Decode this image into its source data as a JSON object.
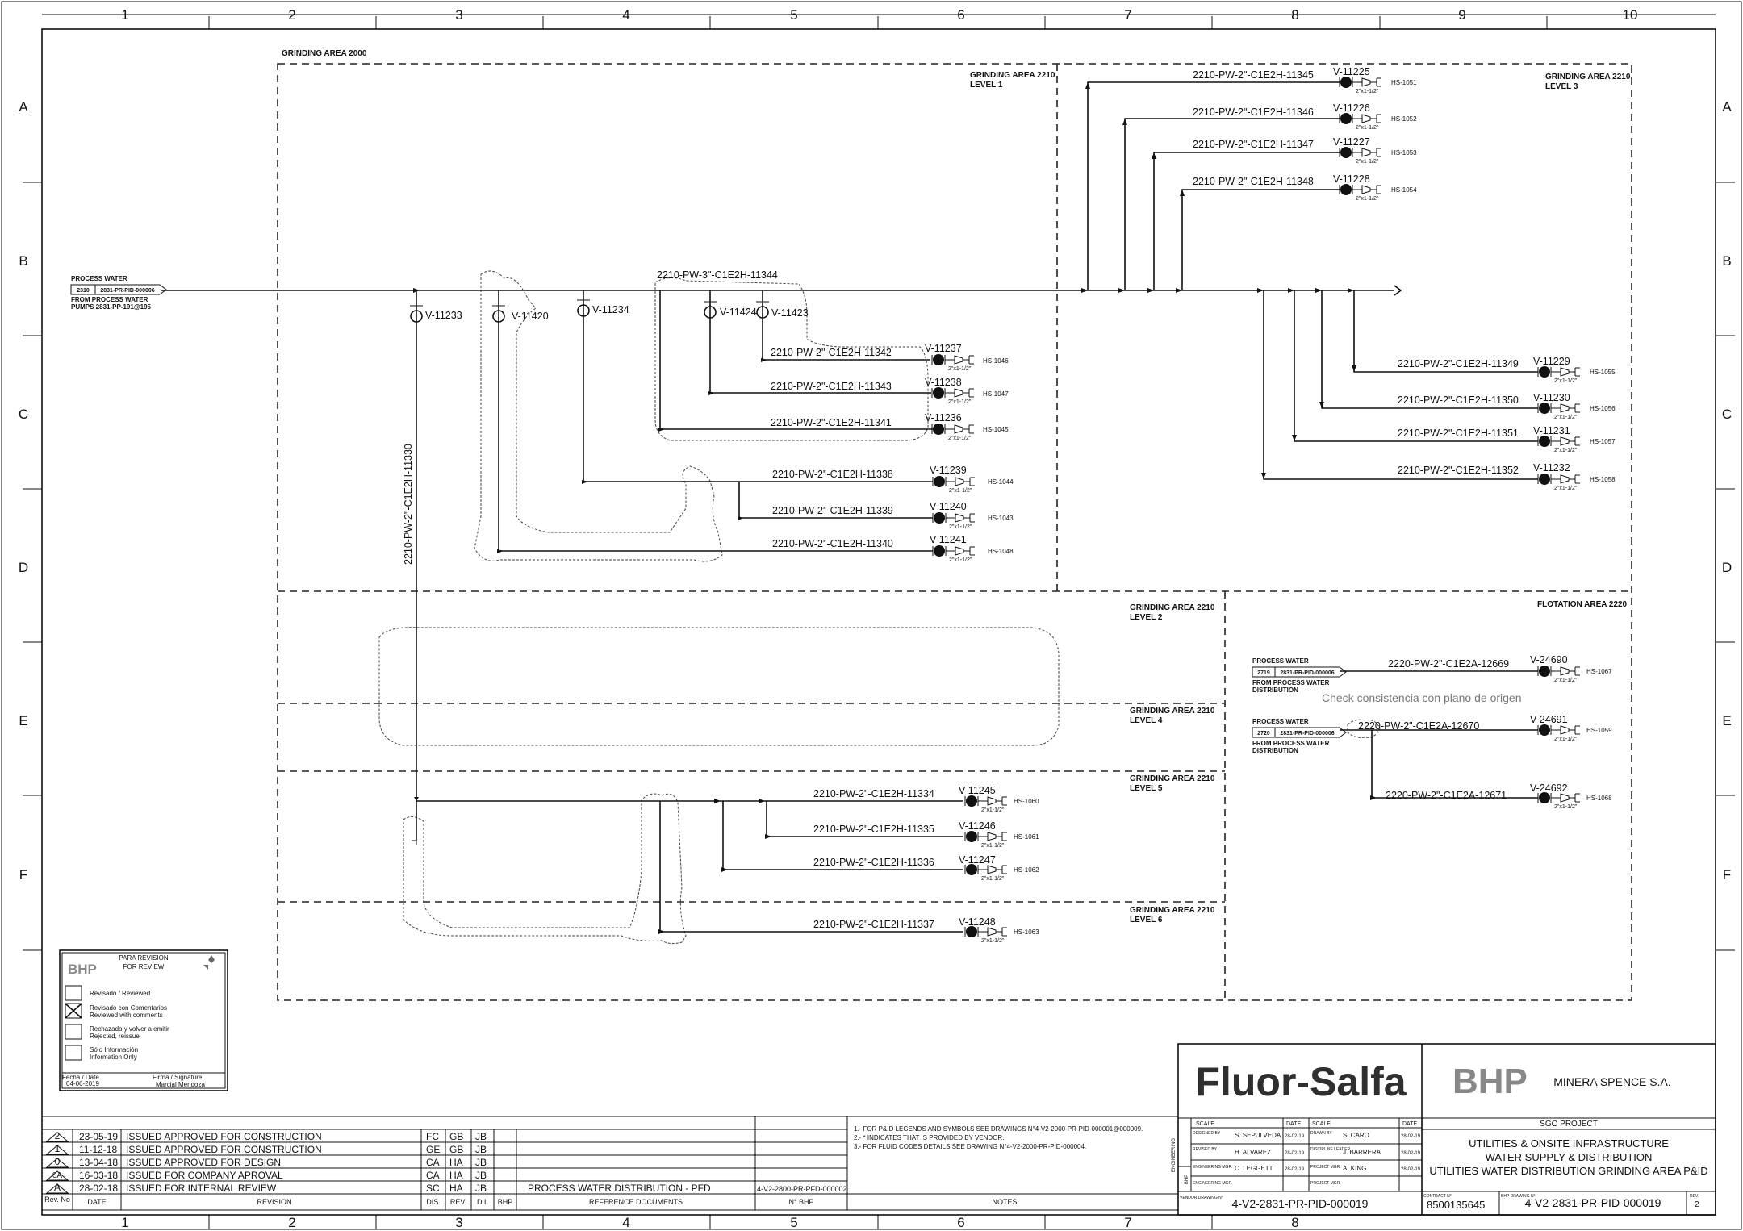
{
  "grid": {
    "columns": [
      "1",
      "2",
      "3",
      "4",
      "5",
      "6",
      "7",
      "8",
      "9",
      "10"
    ],
    "rows": [
      "A",
      "B",
      "C",
      "D",
      "E",
      "F"
    ],
    "bottom_columns": [
      "1",
      "2",
      "3",
      "4",
      "5",
      "6",
      "7",
      "8"
    ]
  },
  "areas": {
    "grinding_2000": "GRINDING AREA 2000",
    "l1": [
      "GRINDING AREA 2210",
      "LEVEL 1"
    ],
    "l3": [
      "GRINDING AREA 2210",
      "LEVEL 3"
    ],
    "l2": [
      "GRINDING AREA 2210",
      "LEVEL 2"
    ],
    "l4": [
      "GRINDING AREA 2210",
      "LEVEL 4"
    ],
    "l5": [
      "GRINDING AREA 2210",
      "LEVEL 5"
    ],
    "l6": [
      "GRINDING AREA 2210",
      "LEVEL 6"
    ],
    "flotation": "FLOTATION AREA 2220"
  },
  "offpage": {
    "main": {
      "title": "PROCESS WATER",
      "code": "2310",
      "ref": "2831-PR-PID-000006",
      "from": [
        "FROM PROCESS WATER",
        "PUMPS 2831-PP-191@195"
      ]
    },
    "f1": {
      "title": "PROCESS WATER",
      "code": "2719",
      "ref": "2831-PR-PID-000006",
      "from": [
        "FROM PROCESS WATER",
        "DISTRIBUTION"
      ]
    },
    "f2": {
      "title": "PROCESS WATER",
      "code": "2720",
      "ref": "2831-PR-PID-000006",
      "from": [
        "FROM PROCESS WATER",
        "DISTRIBUTION"
      ]
    }
  },
  "lines": {
    "header": "2210-PW-3\"-C1E2H-11344",
    "riser": "2210-PW-2\"-C1E2H-11330",
    "l11342": "2210-PW-2\"-C1E2H-11342",
    "l11343": "2210-PW-2\"-C1E2H-11343",
    "l11341": "2210-PW-2\"-C1E2H-11341",
    "l11338": "2210-PW-2\"-C1E2H-11338",
    "l11339": "2210-PW-2\"-C1E2H-11339",
    "l11340": "2210-PW-2\"-C1E2H-11340",
    "l11345": "2210-PW-2\"-C1E2H-11345",
    "l11346": "2210-PW-2\"-C1E2H-11346",
    "l11347": "2210-PW-2\"-C1E2H-11347",
    "l11348": "2210-PW-2\"-C1E2H-11348",
    "l11349": "2210-PW-2\"-C1E2H-11349",
    "l11350": "2210-PW-2\"-C1E2H-11350",
    "l11351": "2210-PW-2\"-C1E2H-11351",
    "l11352": "2210-PW-2\"-C1E2H-11352",
    "l11334": "2210-PW-2\"-C1E2H-11334",
    "l11335": "2210-PW-2\"-C1E2H-11335",
    "l11336": "2210-PW-2\"-C1E2H-11336",
    "l11337": "2210-PW-2\"-C1E2H-11337",
    "l12669": "2220-PW-2\"-C1E2A-12669",
    "l12670a": "2220",
    "l12670b": "-PW-2\"-C1E2A-12670",
    "l12671": "2220-PW-2\"-C1E2A-12671"
  },
  "valves": {
    "v11233": "V-11233",
    "v11420": "V-11420",
    "v11234": "V-11234",
    "v11424": "V-11424",
    "v11423": "V-11423",
    "v11237": "V-11237",
    "v11238": "V-11238",
    "v11236": "V-11236",
    "v11239": "V-11239",
    "v11240": "V-11240",
    "v11241": "V-11241",
    "v11225": "V-11225",
    "v11226": "V-11226",
    "v11227": "V-11227",
    "v11228": "V-11228",
    "v11229": "V-11229",
    "v11230": "V-11230",
    "v11231": "V-11231",
    "v11232": "V-11232",
    "v11245": "V-11245",
    "v11246": "V-11246",
    "v11247": "V-11247",
    "v11248": "V-11248",
    "v24690": "V-24690",
    "v24691": "V-24691",
    "v24692": "V-24692"
  },
  "hose_stations": {
    "hs1046": "HS-1046",
    "hs1047": "HS-1047",
    "hs1045": "HS-1045",
    "hs1044": "HS-1044",
    "hs1043": "HS-1043",
    "hs1048": "HS-1048",
    "hs1051": "HS-1051",
    "hs1052": "HS-1052",
    "hs1053": "HS-1053",
    "hs1054": "HS-1054",
    "hs1055": "HS-1055",
    "hs1056": "HS-1056",
    "hs1057": "HS-1057",
    "hs1058": "HS-1058",
    "hs1060": "HS-1060",
    "hs1061": "HS-1061",
    "hs1062": "HS-1062",
    "hs1063": "HS-1063",
    "hs1067": "HS-1067",
    "hs1059": "HS-1059",
    "hs1068": "HS-1068"
  },
  "reducer": "2\"x1-1/2\"",
  "comment": "Check consistencia con plano de origen",
  "stamp": {
    "logo": "BHP",
    "title": [
      "PARA REVISION",
      "FOR REVIEW"
    ],
    "opts": [
      [
        "Revisado /  Reviewed"
      ],
      [
        "Revisado con Comentarios",
        "Reviewed with comments"
      ],
      [
        "Rechazado y volver a emitir",
        "Rejected, reissue"
      ],
      [
        "Sólo Información",
        "Information Only"
      ]
    ],
    "date_label": "Fecha  / Date",
    "date": "04-06-2019",
    "sig_label": "Firma  / Signature",
    "signer": "Marcial Mendoza"
  },
  "revisions": [
    {
      "rev": "2",
      "date": "23-05-19",
      "desc": "ISSUED APPROVED FOR CONSTRUCTION",
      "dis": "FC",
      "r": "GB",
      "d": "JB"
    },
    {
      "rev": "1",
      "date": "11-12-18",
      "desc": "ISSUED APPROVED FOR CONSTRUCTION",
      "dis": "GE",
      "r": "GB",
      "d": "JB"
    },
    {
      "rev": "0",
      "date": "13-04-18",
      "desc": "ISSUED APPROVED FOR DESIGN",
      "dis": "CA",
      "r": "HA",
      "d": "JB"
    },
    {
      "rev": "0A",
      "date": "16-03-18",
      "desc": "ISSUED FOR COMPANY APROVAL",
      "dis": "CA",
      "r": "HA",
      "d": "JB"
    },
    {
      "rev": "A",
      "date": "28-02-18",
      "desc": "ISSUED FOR INTERNAL REVIEW",
      "dis": "SC",
      "r": "HA",
      "d": "JB"
    }
  ],
  "rev_headers": {
    "no": "Rev.\nNo",
    "date": "DATE",
    "rev": "REVISION",
    "dis": "DIS.",
    "r": "REV.",
    "d": "D.L",
    "bhp": "BHP",
    "refs": "REFERENCE DOCUMENTS",
    "nbhp": "N° BHP",
    "notes": "NOTES"
  },
  "reference": {
    "desc": "PROCESS WATER DISTRIBUTION - PFD",
    "num": "4-V2-2800-PR-PFD-000002"
  },
  "notes": [
    "1.- FOR P&ID LEGENDS AND SYMBOLS SEE DRAWINGS N°4-V2-2000-PR-PID-000001@000009.",
    "2.- * INDICATES THAT IS PROVIDED BY VENDOR.",
    "3.- FOR FLUID CODES DETAILS SEE DRAWING N°4-V2-2000-PR-PID-000004."
  ],
  "title_block": {
    "fluor": "Fluor-Salfa",
    "bhp": "BHP",
    "client": "MINERA SPENCE S.A.",
    "project": "SGO PROJECT",
    "t1": "UTILITIES & ONSITE INFRASTRUCTURE",
    "t2": "WATER SUPPLY & DISTRIBUTION",
    "t3": "UTILITIES WATER DISTRIBUTION GRINDING AREA P&ID",
    "scale": "SCALE",
    "date": "DATE",
    "designed": "DESIGNED BY",
    "designer": "S. SEPULVEDA",
    "d1": "28-02-19",
    "drawn": "DRAWN BY",
    "drawer": "S. CARO",
    "d2": "28-02-19",
    "reviewed": "REVISED BY",
    "reviewer": "H. ALVAREZ",
    "d3": "28-02-19",
    "discipline": "DISCIPLINE LEADER",
    "leader": "J. BARRERA",
    "d4": "28-02-19",
    "engmgr": "ENGINEERING MGR.",
    "engname": "C. LEGGETT",
    "d5": "28-02-19",
    "projmgr": "PROJECT MGR.",
    "projname": "A. KING",
    "d6": "28-02-19",
    "engmgr2": "ENGINEERING MGR.",
    "projmgr2": "PROJECT MGR.",
    "engineering_side": "ENGINEERING",
    "bhp_side": "BHP",
    "vendor_label": "VENDOR DRAWING N°",
    "vendor_no": "4-V2-2831-PR-PID-000019",
    "contract_label": "CONTRACT N°",
    "contract_no": "8500135645",
    "bhp_dwg_label": "BHP DRAWING N°",
    "bhp_dwg_no": "4-V2-2831-PR-PID-000019",
    "rev_label": "REV.",
    "rev": "2"
  }
}
